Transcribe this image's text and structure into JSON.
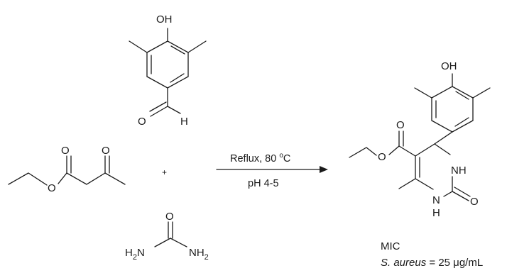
{
  "atoms": {
    "oh": "OH",
    "o": "O",
    "h": "H",
    "nh": "NH",
    "n": "N",
    "h2n": "H",
    "h2n_sub": "2",
    "h2n_n": "N",
    "nh2": "NH",
    "nh2_sub": "2"
  },
  "reaction": {
    "plus": "+",
    "condition_line1": "Reflux, 80 ",
    "condition_deg": "o",
    "condition_unit": "C",
    "condition_line2": "pH 4-5"
  },
  "mic": {
    "title": "MIC",
    "organism": "S. aureus",
    "equals": " = 25 ",
    "unit_mu": "μ",
    "unit_rest": "g/mL"
  }
}
